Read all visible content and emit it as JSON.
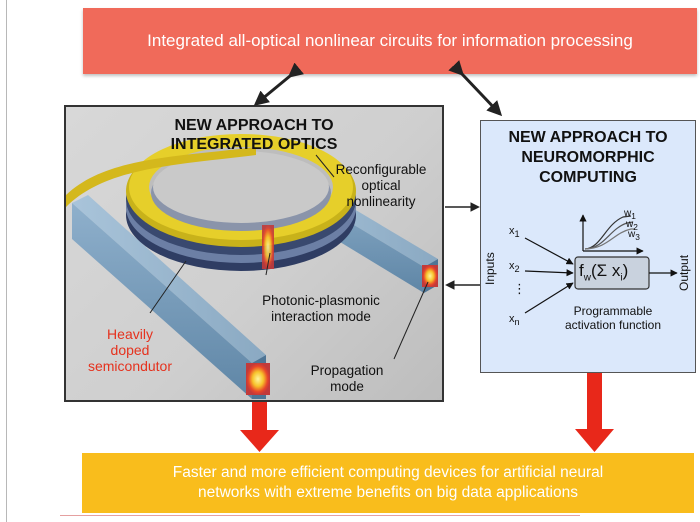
{
  "top_banner": {
    "text": "Integrated all-optical nonlinear circuits for information processing",
    "color": "#f06a5a"
  },
  "optics_panel": {
    "title_line1": "NEW APPROACH TO",
    "title_line2": "INTEGRATED OPTICS",
    "labels": {
      "reconfig_1": "Reconfigurable",
      "reconfig_2": "optical",
      "reconfig_3": "nonlinearity",
      "photonic_1": "Photonic-plasmonic",
      "photonic_2": "interaction mode",
      "doped_1": "Heavily",
      "doped_2": "doped",
      "doped_3": "semicondutor",
      "propagation_1": "Propagation",
      "propagation_2": "mode"
    }
  },
  "neuro_panel": {
    "title_line1": "NEW APPROACH TO",
    "title_line2": "NEUROMORPHIC",
    "title_line3": "COMPUTING",
    "inputs_label": "Inputs",
    "output_label": "Output",
    "x1": "x",
    "x1_sub": "1",
    "x2": "x",
    "x2_sub": "2",
    "dots": "⋮",
    "xn": "x",
    "xn_sub": "n",
    "w1": "w",
    "w1_sub": "1",
    "w2": "w",
    "w2_sub": "2",
    "w3": "w",
    "w3_sub": "3",
    "func_f": "f",
    "func_w": "w",
    "func_body": "(Σ x",
    "func_i": "i",
    "func_close": ")",
    "caption_1": "Programmable",
    "caption_2": "activation function",
    "color": "#dbe8fb"
  },
  "bottom_banner": {
    "line1": "Faster and more efficient computing devices for artificial neural",
    "line2": "networks with extreme benefits on big data applications",
    "color": "#f9bd1c"
  },
  "arrow_color": "#e8281a"
}
